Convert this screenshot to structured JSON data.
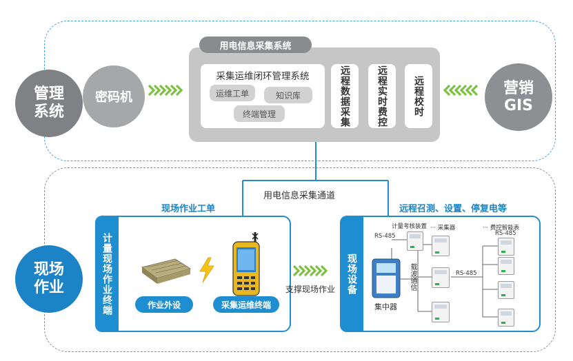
{
  "management": {
    "circle_label": "管理系统",
    "line1": "管理",
    "line2": "系统"
  },
  "cipher": {
    "label": "密码机"
  },
  "marketing": {
    "line1": "营销",
    "line2": "GIS"
  },
  "collection_system": {
    "title": "用电信息采集系统",
    "closed_loop": {
      "title": "采集运维闭环管理系统",
      "modules": [
        "运维工单",
        "知识库",
        "终端管理"
      ]
    },
    "columns": [
      "远程数据采集",
      "远程实时费控",
      "远程校时"
    ]
  },
  "channel": {
    "label": "用电信息采集通道"
  },
  "field": {
    "line1": "现场",
    "line2": "作业",
    "work_order_label": "现场作业工单",
    "terminal_bar": "计量现场作业终端",
    "device_external": "作业外设",
    "device_terminal": "采集运维终端",
    "support_label": "支撑现场作业"
  },
  "devices": {
    "remote_label": "远程召测、设置、停复电等",
    "bar": "现场设备",
    "meter_check": "计量考核装置",
    "rs485_a": "RS-485",
    "collector": "··· 采集器",
    "smart_meter": "··· 费控智能表",
    "rs485_b": "RS-485",
    "rs485_c": "RS-485",
    "carrier": "载波通信",
    "concentrator": "集中器"
  },
  "colors": {
    "accent_blue": "#1f8ed0",
    "arrow_green": "#7cc242",
    "gray": "#8a8b8e"
  }
}
